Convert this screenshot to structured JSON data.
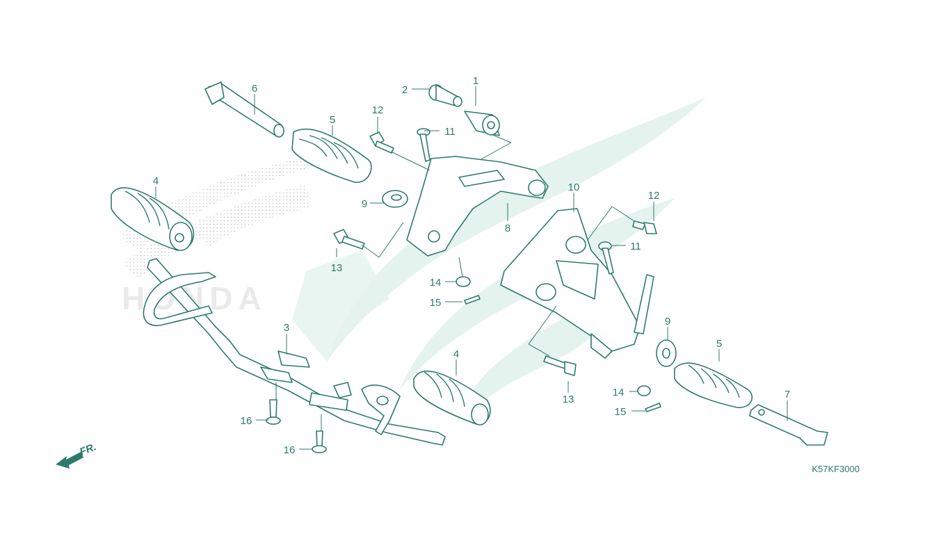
{
  "callouts": {
    "c1": "1",
    "c2": "2",
    "c3": "3",
    "c4a": "4",
    "c4b": "4",
    "c5a": "5",
    "c5b": "5",
    "c6": "6",
    "c7": "7",
    "c8": "8",
    "c9a": "9",
    "c9b": "9",
    "c10": "10",
    "c11a": "11",
    "c11b": "11",
    "c12a": "12",
    "c12b": "12",
    "c13a": "13",
    "c13b": "13",
    "c14a": "14",
    "c14b": "14",
    "c15a": "15",
    "c15b": "15",
    "c16a": "16",
    "c16b": "16"
  },
  "diagram_code": "K57KF3000",
  "front_marker": "FR.",
  "colors": {
    "line": "#2c7a6c",
    "watermark": "#e4f3ee"
  },
  "icons": {
    "front": "front-arrow-icon",
    "watermark": "wing-logo-watermark"
  }
}
